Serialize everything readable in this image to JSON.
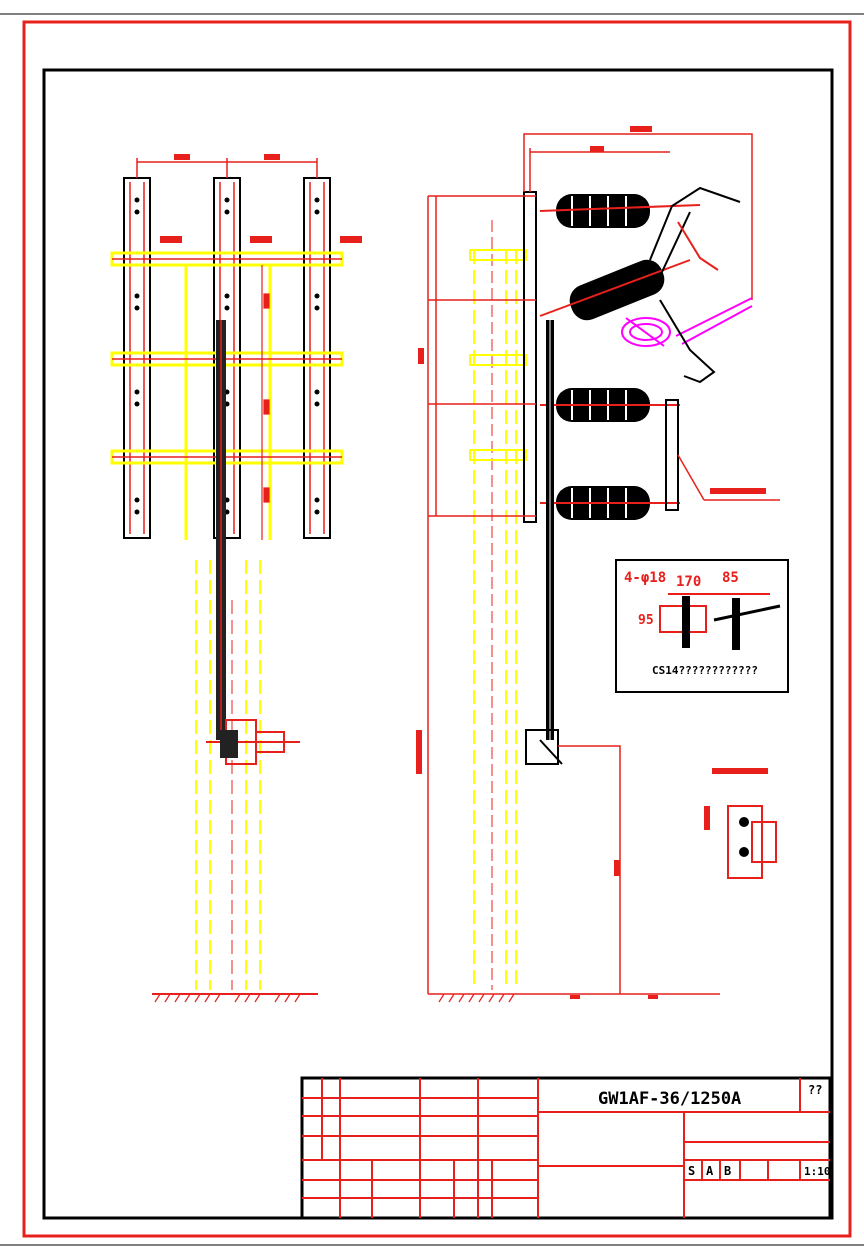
{
  "colors": {
    "frame_outer": "#e8201c",
    "frame_inner": "#000000",
    "structure": "#e8201c",
    "steel": "#ffff00",
    "insulator": "#000000",
    "highlight": "#ff00ff"
  },
  "title_block": {
    "model": "GW1AF-36/1250A",
    "sheet": "??",
    "grade_labels": [
      "S",
      "A",
      "B"
    ],
    "scale": "1:10"
  },
  "detail_box": {
    "dim_holes": "4-φ18",
    "dim_170": "170",
    "dim_85": "85",
    "dim_left": "95",
    "caption": "CS14????????????"
  }
}
